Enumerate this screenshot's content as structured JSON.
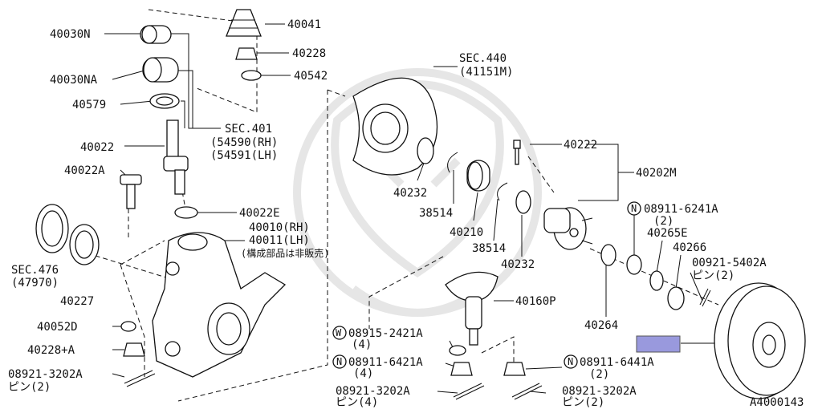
{
  "diagram_id": "A4000143",
  "highlight_color": "#9999dd",
  "callouts": [
    {
      "id": "c40030N",
      "text": "40030N"
    },
    {
      "id": "c40030NA",
      "text": "40030NA"
    },
    {
      "id": "c40579",
      "text": "40579"
    },
    {
      "id": "c40041",
      "text": "40041"
    },
    {
      "id": "c40228a",
      "text": "40228"
    },
    {
      "id": "c40542",
      "text": "40542"
    },
    {
      "id": "csec401",
      "text": "SEC.401"
    },
    {
      "id": "csec401b",
      "text": "(54590(RH)"
    },
    {
      "id": "csec401c",
      "text": "(54591(LH)"
    },
    {
      "id": "c40022",
      "text": "40022"
    },
    {
      "id": "c40022A",
      "text": "40022A"
    },
    {
      "id": "c40022E",
      "text": "40022E"
    },
    {
      "id": "c40010",
      "text": "40010(RH)"
    },
    {
      "id": "c40011",
      "text": "40011(LH)"
    },
    {
      "id": "cnote",
      "text": "(構成部品は非販売)"
    },
    {
      "id": "csec476",
      "text": "SEC.476"
    },
    {
      "id": "csec476b",
      "text": "(47970)"
    },
    {
      "id": "c40227",
      "text": "40227"
    },
    {
      "id": "c40052D",
      "text": "40052D"
    },
    {
      "id": "c40228A",
      "text": "40228+A"
    },
    {
      "id": "c08921a",
      "text": "08921-3202A"
    },
    {
      "id": "c08921ab",
      "text": "ピン(2)"
    },
    {
      "id": "csec440",
      "text": "SEC.440"
    },
    {
      "id": "csec440b",
      "text": "(41151M)"
    },
    {
      "id": "c40232a",
      "text": "40232"
    },
    {
      "id": "c38514a",
      "text": "38514"
    },
    {
      "id": "c40210",
      "text": "40210"
    },
    {
      "id": "c38514b",
      "text": "38514"
    },
    {
      "id": "c40232b",
      "text": "40232"
    },
    {
      "id": "c40222",
      "text": "40222"
    },
    {
      "id": "c40202M",
      "text": "40202M"
    },
    {
      "id": "c08911_6241",
      "text": "08911-6241A"
    },
    {
      "id": "c08911_6241b",
      "text": "(2)"
    },
    {
      "id": "c40265E",
      "text": "40265E"
    },
    {
      "id": "c40266",
      "text": "40266"
    },
    {
      "id": "c00921",
      "text": "00921-5402A"
    },
    {
      "id": "c00921b",
      "text": "ピン(2)"
    },
    {
      "id": "c40160P",
      "text": "40160P"
    },
    {
      "id": "c08915",
      "text": "08915-2421A"
    },
    {
      "id": "c08915b",
      "text": "(4)"
    },
    {
      "id": "c08911_6421",
      "text": "08911-6421A"
    },
    {
      "id": "c08911_6421b",
      "text": "(4)"
    },
    {
      "id": "c08921b",
      "text": "08921-3202A"
    },
    {
      "id": "c08921bb",
      "text": "ピン(4)"
    },
    {
      "id": "c08911_6441",
      "text": "08911-6441A"
    },
    {
      "id": "c08911_6441b",
      "text": "(2)"
    },
    {
      "id": "c08921c",
      "text": "08921-3202A"
    },
    {
      "id": "c08921cb",
      "text": "ピン(2)"
    },
    {
      "id": "c40264",
      "text": "40264"
    }
  ],
  "circled_letters": {
    "w": "W",
    "n": "N"
  }
}
